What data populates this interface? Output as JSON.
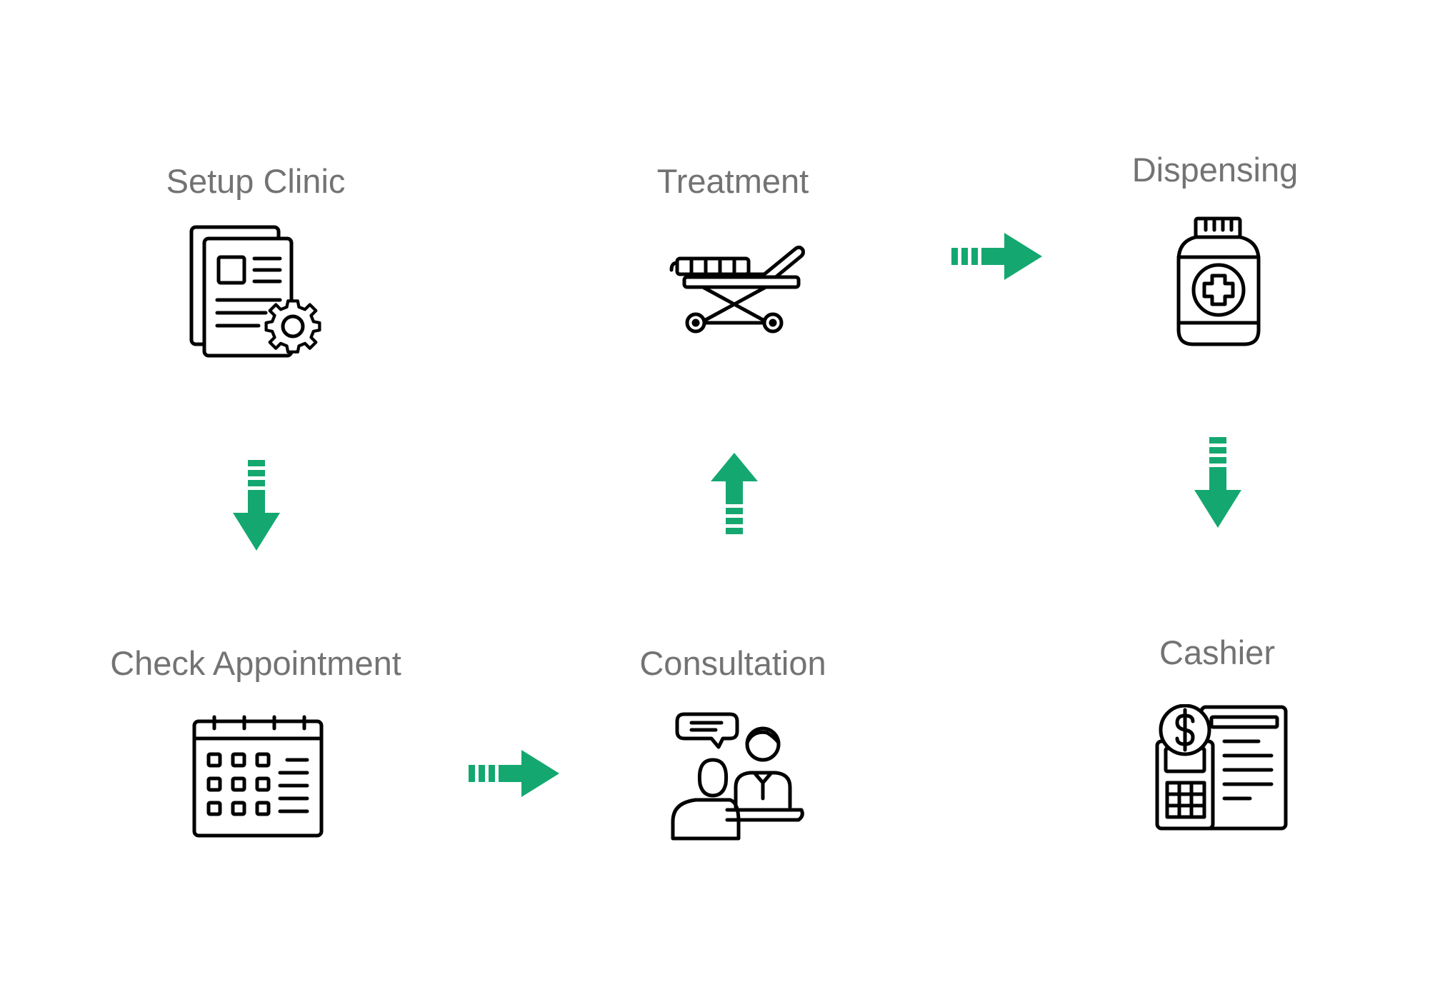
{
  "colors": {
    "arrow": "#14a870",
    "label": "#737373",
    "icon": "#000000"
  },
  "steps": {
    "setup": {
      "label": "Setup Clinic",
      "icon": "documents-gear-icon"
    },
    "treatment": {
      "label": "Treatment",
      "icon": "stretcher-icon"
    },
    "dispensing": {
      "label": "Dispensing",
      "icon": "medicine-bottle-icon"
    },
    "check": {
      "label": "Check Appointment",
      "icon": "calendar-icon"
    },
    "consultation": {
      "label": "Consultation",
      "icon": "doctor-patient-icon"
    },
    "cashier": {
      "label": "Cashier",
      "icon": "payment-terminal-icon"
    }
  },
  "arrows": [
    {
      "from": "Setup Clinic",
      "to": "Check Appointment",
      "direction": "down"
    },
    {
      "from": "Check Appointment",
      "to": "Consultation",
      "direction": "right"
    },
    {
      "from": "Consultation",
      "to": "Treatment",
      "direction": "up"
    },
    {
      "from": "Treatment",
      "to": "Dispensing",
      "direction": "right"
    },
    {
      "from": "Dispensing",
      "to": "Cashier",
      "direction": "down"
    }
  ]
}
